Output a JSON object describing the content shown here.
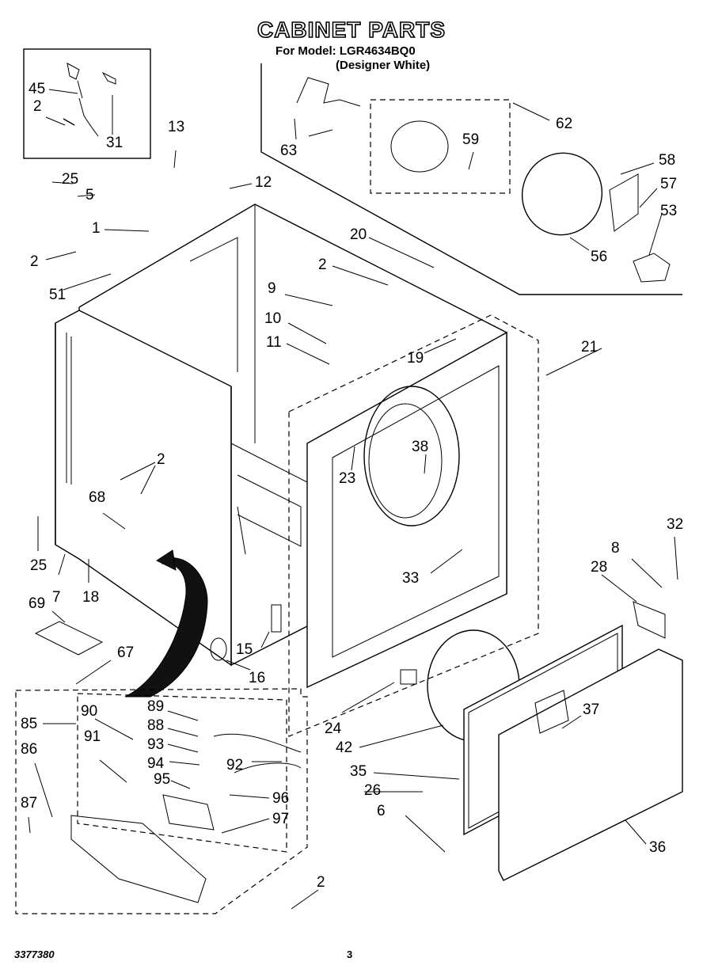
{
  "header": {
    "title": "CABINET PARTS",
    "model_line": "For Model: LGR4634BQ0",
    "model_sub": "(Designer White)"
  },
  "footer": {
    "doc_number": "3377380",
    "page_number": "3"
  },
  "callouts": [
    "45",
    "2",
    "31",
    "13",
    "12",
    "25",
    "5",
    "1",
    "2",
    "51",
    "63",
    "62",
    "59",
    "58",
    "57",
    "53",
    "56",
    "20",
    "2",
    "9",
    "10",
    "11",
    "19",
    "21",
    "38",
    "23",
    "2",
    "68",
    "25",
    "7",
    "18",
    "33",
    "32",
    "8",
    "28",
    "69",
    "67",
    "15",
    "16",
    "24",
    "42",
    "37",
    "85",
    "90",
    "89",
    "88",
    "93",
    "94",
    "92",
    "91",
    "95",
    "96",
    "97",
    "86",
    "87",
    "35",
    "26",
    "6",
    "36",
    "2"
  ]
}
